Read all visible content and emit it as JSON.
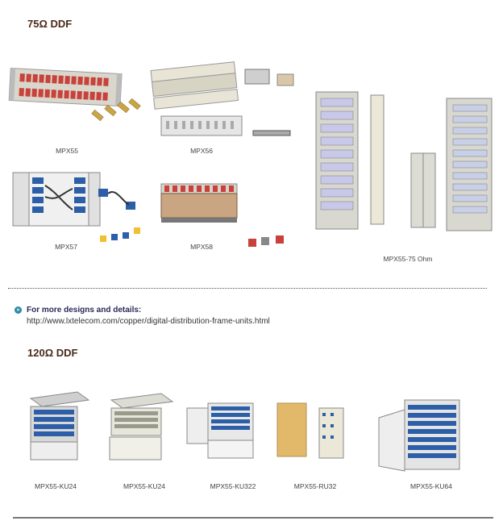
{
  "section_75": {
    "heading": "75Ω DDF",
    "captions": {
      "mpx55": "MPX55",
      "mpx56": "MPX56",
      "mpx57": "MPX57",
      "mpx58": "MPX58",
      "cabinet": "MPX55-75 Ohm"
    }
  },
  "more": {
    "title": "For more designs and details:",
    "link": "http://www.lxtelecom.com/copper/digital-distribution-frame-units.html"
  },
  "section_120": {
    "heading": "120Ω DDF",
    "products": [
      {
        "caption": "MPX55-KU24"
      },
      {
        "caption": "MPX55-KU24"
      },
      {
        "caption": "MPX55-KU322"
      },
      {
        "caption": "MPX55-RU32"
      },
      {
        "caption": "MPX55-KU64"
      }
    ]
  },
  "colors": {
    "heading": "#4a2a18",
    "accent_icon": "#2a8aa8",
    "panel_red": "#c8413a",
    "panel_blue": "#2c5fa8",
    "frame_gray": "#d8d8d0",
    "amber": "#d9a23a"
  }
}
